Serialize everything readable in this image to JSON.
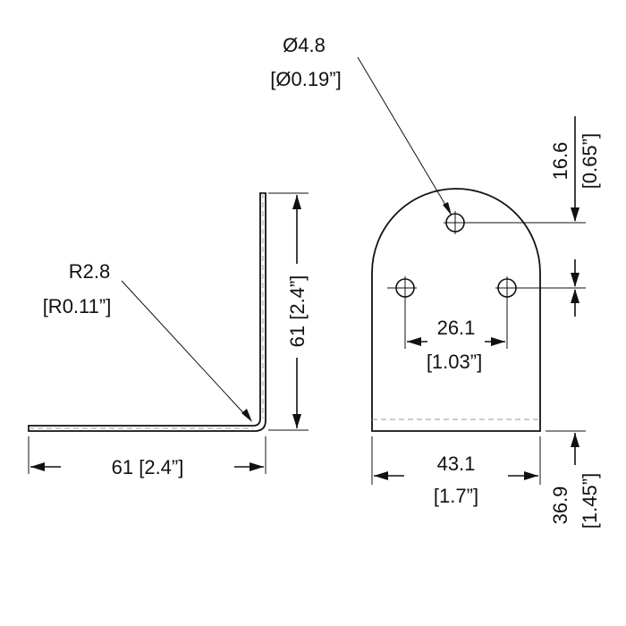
{
  "side_view": {
    "leg_length": "61 [2.4”]",
    "base_length": "61 [2.4”]",
    "bend_radius": "R2.8",
    "bend_radius_in": "[R0.11”]"
  },
  "front_view": {
    "hole_diameter": "Ø4.8",
    "hole_diameter_in": "[Ø0.19”]",
    "top_offset": "16.6",
    "top_offset_in": "[0.65”]",
    "hole_spacing": "26.1",
    "hole_spacing_in": "[1.03”]",
    "width": "43.1",
    "width_in": "[1.7”]",
    "height": "36.9",
    "height_in": "[1.45”]"
  }
}
